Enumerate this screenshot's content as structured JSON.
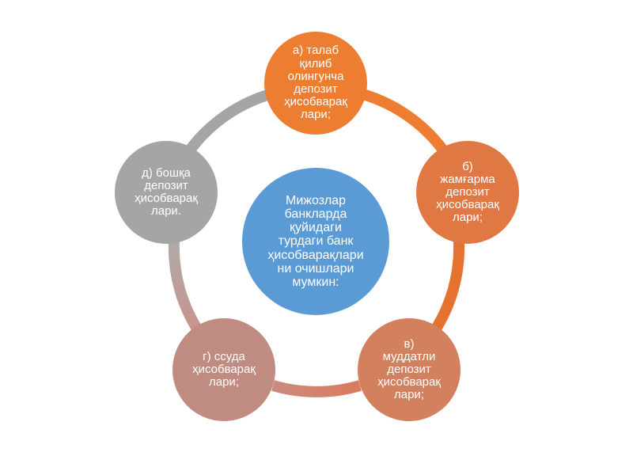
{
  "diagram": {
    "center": {
      "text": "Мижозлар\nбанкларда\nқуйидаги\nтурдаги банк\nҳисобварақлари\nни очишлари\nмумкин:",
      "color": "#5b9bd5"
    },
    "nodes": [
      {
        "id": "a",
        "text": "а) талаб\nқилиб\nолингунча\nдепозит\nҳисобварақ\nлари;",
        "color": "#ed7d31"
      },
      {
        "id": "b",
        "text": "б)\nжамғарма\nдепозит\nҳисобварақ\nлари;",
        "color": "#e07843"
      },
      {
        "id": "v",
        "text": "в)\nмуддатли\nдепозит\nҳисобварақ\nлари;",
        "color": "#d3805f"
      },
      {
        "id": "g",
        "text": "г) ссуда\nҳисобварақ\nлари;",
        "color": "#c08b81"
      },
      {
        "id": "d",
        "text": "д) бошқа\nдепозит\nҳисобварақ\nлари.",
        "color": "#a5a5a5"
      }
    ],
    "ring_colors": {
      "a_to_b": "#ed7d31",
      "b_to_v": "#e5722f",
      "v_to_g": "#dc7a5e",
      "g_to_d": "#c8938b",
      "d_to_a": "#a5a5a5"
    }
  }
}
